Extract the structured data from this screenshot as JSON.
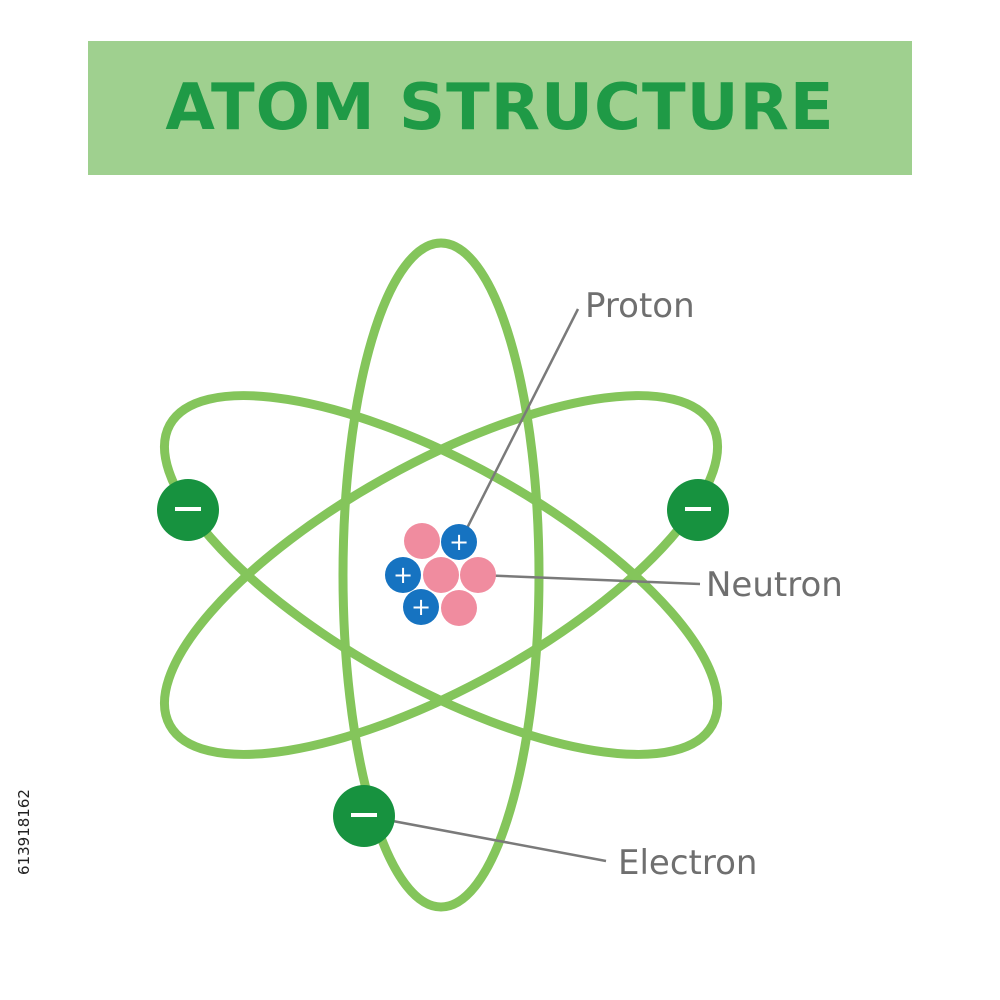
{
  "title": "ATOM STRUCTURE",
  "labels": {
    "proton": "Proton",
    "neutron": "Neutron",
    "electron": "Electron"
  },
  "stock_id": "613918162",
  "symbols": {
    "plus": "+",
    "minus": "−"
  },
  "colors": {
    "banner": "#9fd08f",
    "title": "#1f9a46",
    "orbit": "#84c55b",
    "electron": "#17923f",
    "proton": "#1673c1",
    "neutron": "#f08c9f",
    "label": "#6f6f6f",
    "leader": "#7a7a7a"
  },
  "icons": [
    "electron-icon",
    "proton-icon",
    "neutron-icon"
  ]
}
